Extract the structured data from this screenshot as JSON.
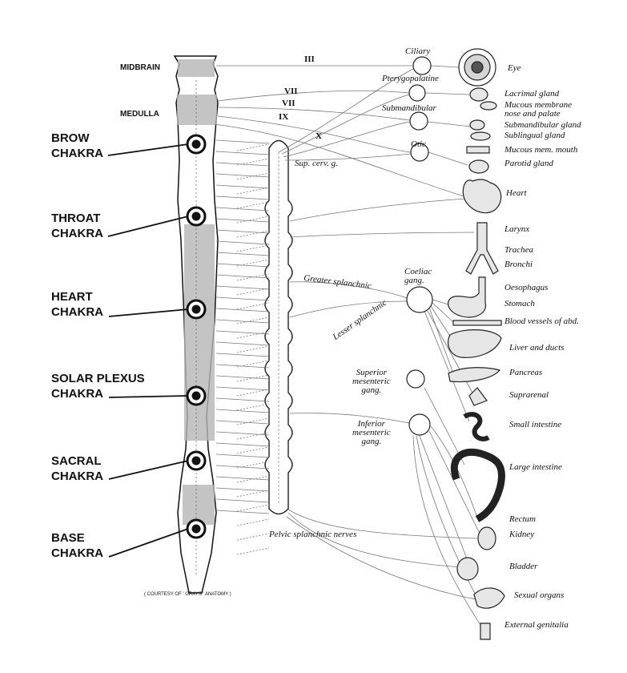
{
  "brain_regions": {
    "midbrain": "MIDBRAIN",
    "medulla": "MEDULLA"
  },
  "chakras": [
    {
      "id": "brow",
      "label": "BROW\nCHAKRA"
    },
    {
      "id": "throat",
      "label": "THROAT\nCHAKRA"
    },
    {
      "id": "heart",
      "label": "HEART\nCHAKRA"
    },
    {
      "id": "solar",
      "label": "SOLAR PLEXUS\nCHAKRA"
    },
    {
      "id": "sacral",
      "label": "SACRAL\nCHAKRA"
    },
    {
      "id": "base",
      "label": "BASE\nCHAKRA"
    }
  ],
  "cranial_nerves": [
    "III",
    "VII",
    "VII",
    "IX",
    "X"
  ],
  "ganglia": {
    "ciliary": "Ciliary",
    "pterygopalatine": "Pterygopalatine",
    "submandibular": "Submandibular",
    "otic": "Otic",
    "sup_cerv": "Sup. cerv. g.",
    "coeliac": "Coeliac\ngang.",
    "superior_mesenteric": "Superior\nmesenteric\ngang.",
    "inferior_mesenteric": "Inferior\nmesenteric\ngang."
  },
  "nerves": {
    "greater_splanchnic": "Greater splanchnic",
    "lesser_splanchnic": "Lesser splanchnic",
    "pelvic_splanchnic": "Pelvic splanchnic nerves"
  },
  "organs": [
    {
      "id": "eye",
      "label": "Eye"
    },
    {
      "id": "lacrimal",
      "label": "Lacrimal gland"
    },
    {
      "id": "mucous_nose",
      "label": "Mucous membrane\nnose and palate"
    },
    {
      "id": "submandibular_gland",
      "label": "Submandibular gland"
    },
    {
      "id": "sublingual",
      "label": "Sublingual gland"
    },
    {
      "id": "mucous_mouth",
      "label": "Mucous mem. mouth"
    },
    {
      "id": "parotid",
      "label": "Parotid gland"
    },
    {
      "id": "heart",
      "label": "Heart"
    },
    {
      "id": "larynx",
      "label": "Larynx"
    },
    {
      "id": "trachea",
      "label": "Trachea"
    },
    {
      "id": "bronchi",
      "label": "Bronchi"
    },
    {
      "id": "oesophagus",
      "label": "Oesophagus"
    },
    {
      "id": "stomach",
      "label": "Stomach"
    },
    {
      "id": "blood_vessels",
      "label": "Blood vessels of abd."
    },
    {
      "id": "liver",
      "label": "Liver and ducts"
    },
    {
      "id": "pancreas",
      "label": "Pancreas"
    },
    {
      "id": "suprarenal",
      "label": "Suprarenal"
    },
    {
      "id": "small_intestine",
      "label": "Small intestine"
    },
    {
      "id": "large_intestine",
      "label": "Large intestine"
    },
    {
      "id": "rectum",
      "label": "Rectum"
    },
    {
      "id": "kidney",
      "label": "Kidney"
    },
    {
      "id": "bladder",
      "label": "Bladder"
    },
    {
      "id": "sexual",
      "label": "Sexual organs"
    },
    {
      "id": "genitalia",
      "label": "External genitalia"
    }
  ],
  "credit": "( COURTESY OF ' GRAYS ' ANATOMY )",
  "colors": {
    "ink": "#111111",
    "grey": "#777777",
    "shade": "#b5b5b5"
  }
}
